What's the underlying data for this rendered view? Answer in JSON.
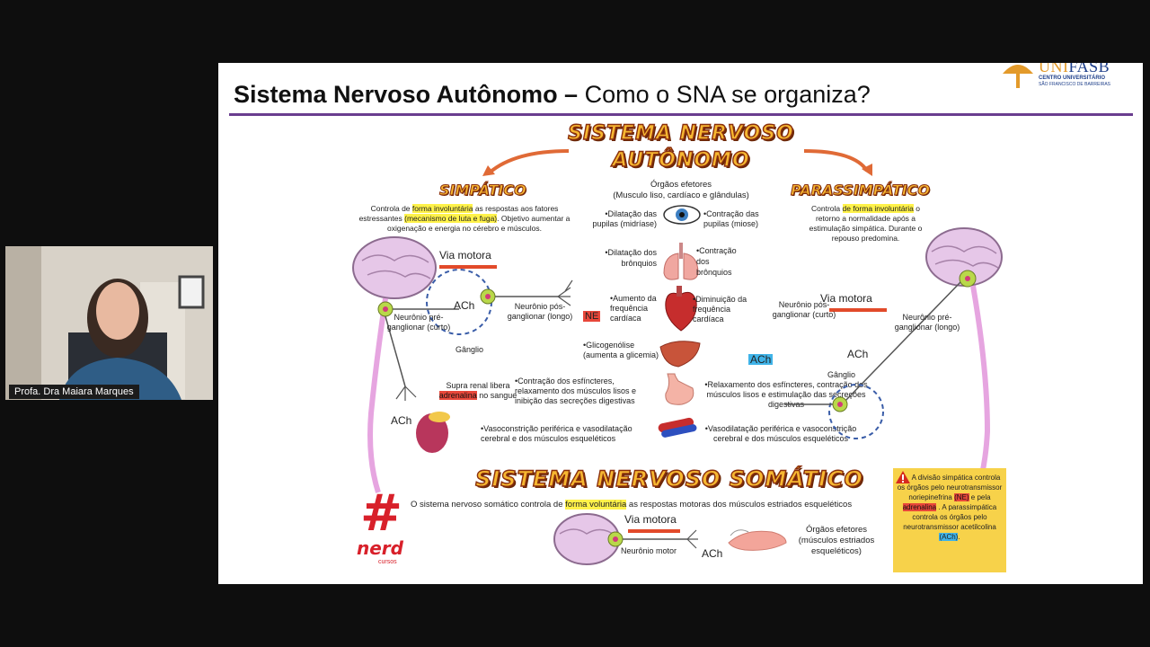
{
  "slide": {
    "title_bold": "Sistema Nervoso Autônomo –",
    "title_rest": " Como o SNA se organiza?",
    "logo": {
      "uni": "UNI",
      "fasb": "FASB",
      "line1": "CENTRO UNIVERSITÁRIO",
      "line2": "SÃO FRANCISCO DE BARREIRAS"
    }
  },
  "diagram": {
    "main_title_1": "SISTEMA NERVOSO",
    "main_title_2": "AUTÔNOMO",
    "simpatico_title": "SIMPÁTICO",
    "parassimpatico_title": "PARASSIMPÁTICO",
    "somatico_title": "SISTEMA NERVOSO SOMÁTICO",
    "orgaos_efetores_1": "Órgãos efetores",
    "orgaos_efetores_2": "(Musculo liso, cardíaco e glândulas)",
    "simp_desc_a": "Controla de ",
    "simp_desc_hl": "forma involuntária",
    "simp_desc_b": " as respostas aos fatores estressantes ",
    "simp_desc_hl2": "(mecanismo de luta e fuga)",
    "simp_desc_c": ". Objetivo aumentar a oxigenação e energia no cérebro e músculos.",
    "para_desc_a": "Controla ",
    "para_desc_hl": "de forma involuntária",
    "para_desc_b": " o retorno a normalidade após a estimulação simpática. Durante o repouso predomina.",
    "via_motora": "Via motora",
    "ach": "ACh",
    "ne": "NE",
    "ganglio": "Gânglio",
    "pre_ganglionar": "Neurônio pré-ganglionar (curto)",
    "pos_ganglionar": "Neurônio pós-ganglionar (longo)",
    "para_pos": "Neurônio pós-ganglionar (curto)",
    "para_pre": "Neurônio pré-ganglionar (longo)",
    "supra_renal_a": "Supra renal libera ",
    "supra_renal_hl": "adrenalina",
    "supra_renal_b": " no sangue",
    "eff_left": [
      "•Dilatação das pupilas (midríase)",
      "•Dilatação dos brônquios",
      "•Aumento da frequência cardíaca",
      "•Glicogenólise (aumenta a glicemia)",
      "•Contração dos esfíncteres, relaxamento dos músculos lisos e inibição das secreções digestivas",
      "•Vasoconstrição periférica e vasodilatação cerebral e dos músculos esqueléticos"
    ],
    "eff_right": [
      "•Contração das pupilas (miose)",
      "•Contração dos brônquios",
      "•Diminuição da frequência cardíaca",
      "•Relaxamento dos esfíncteres, contração dos músculos lisos e estimulação das secreções digestivas",
      "•Vasodilatação periférica e vasoconstrição cerebral e dos músculos esqueléticos"
    ],
    "som_desc_a": "O sistema nervoso somático controla de ",
    "som_desc_hl": "forma voluntária",
    "som_desc_b": " as respostas motoras dos músculos estriados esqueléticos",
    "neuronio_motor": "Neurônio motor",
    "som_orgaos": "Órgãos efetores (músculos estriados esqueléticos)",
    "warn_a": "A divisão simpática controla os órgãos pelo neurotransmissor noriepinefrina ",
    "warn_ne": "(NE)",
    "warn_b": " e pela ",
    "warn_adr": "adrenalina",
    "warn_c": " . A parassimpática controla os órgãos pelo neurotransmissor acetilcolina ",
    "warn_ach": "(ACh)",
    "warn_d": ".",
    "nerd_1": "nerd",
    "nerd_2": "cursos"
  },
  "webcam": {
    "name_label": "Profa. Dra Maiara Marques"
  },
  "colors": {
    "accent_purple": "#6a3d8f",
    "title_orange": "#f6b731",
    "arrow_red": "#e24a2a"
  }
}
